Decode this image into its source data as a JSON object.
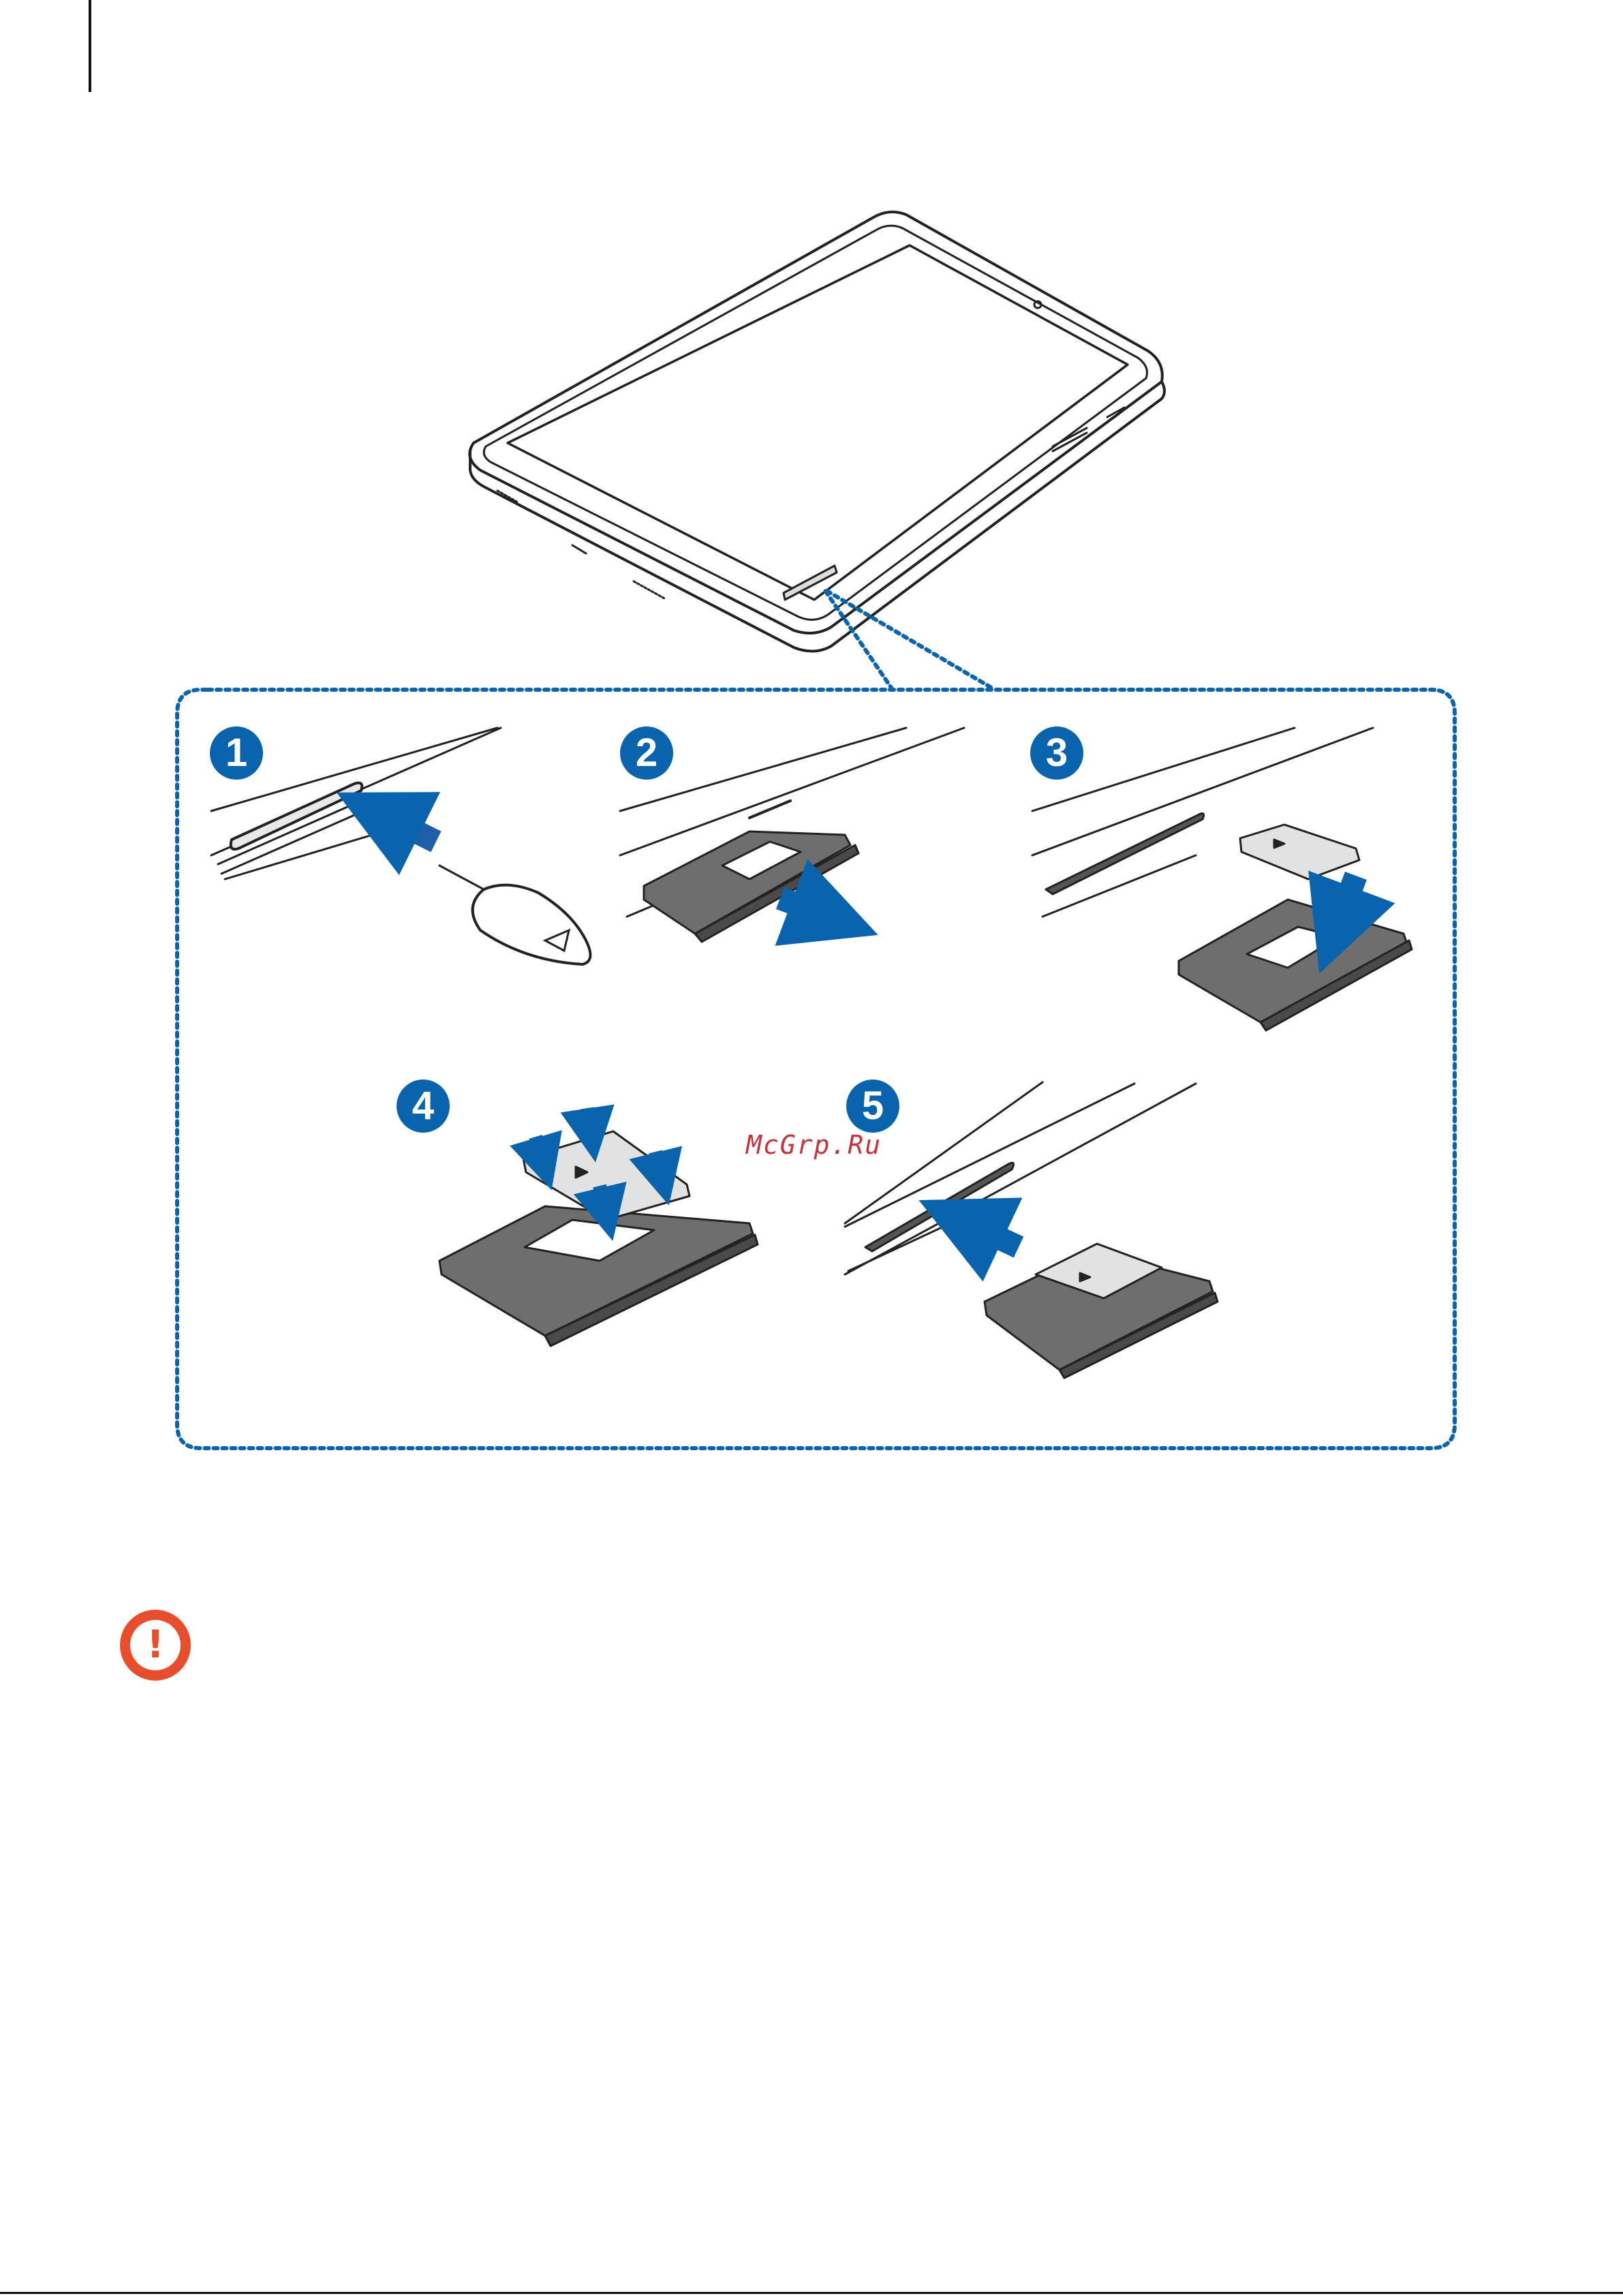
{
  "colors": {
    "accent": "#0a64ad",
    "caution": "#e84e2c",
    "watermark": "#c9323a",
    "ink": "#222222",
    "tray": "#6e6e6e"
  },
  "steps": [
    {
      "number": "1"
    },
    {
      "number": "2"
    },
    {
      "number": "3"
    },
    {
      "number": "4"
    },
    {
      "number": "5"
    }
  ],
  "watermark": {
    "text": "McGrp.Ru"
  },
  "caution": {
    "icon": "caution-icon",
    "glyph": "!"
  }
}
